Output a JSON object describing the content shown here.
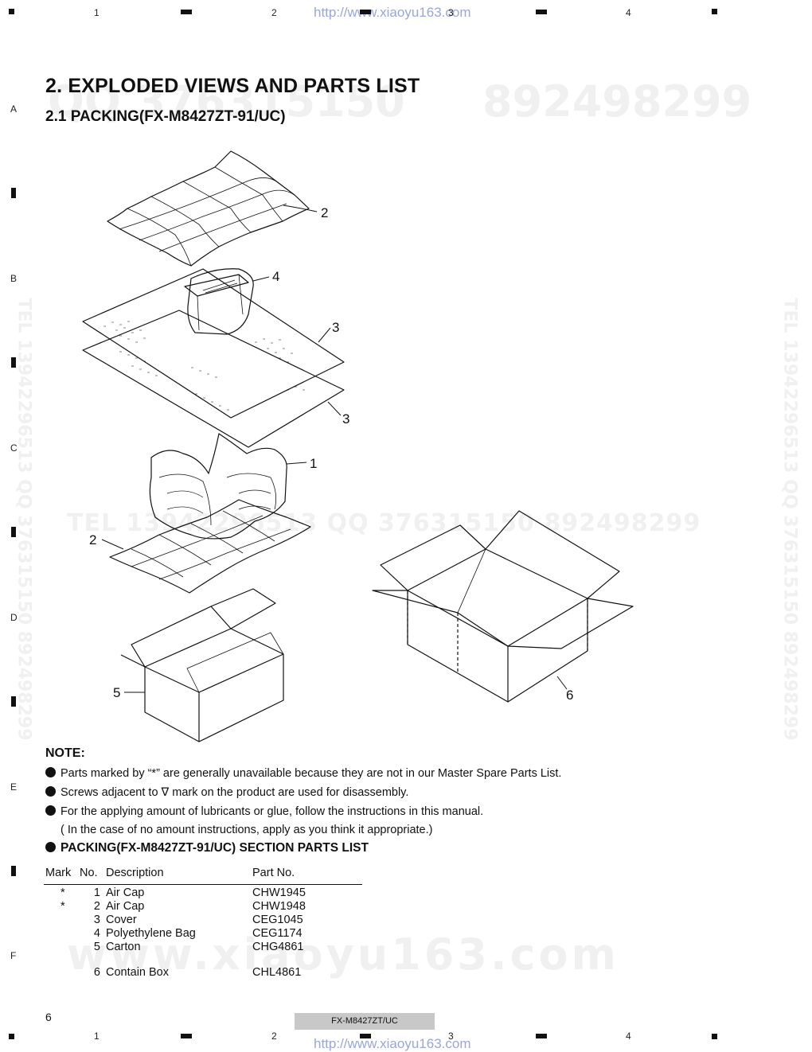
{
  "top_url": "http://www.xiaoyu163.com",
  "bottom_url": "http://www.xiaoyu163.com",
  "column_markers": [
    "1",
    "2",
    "3",
    "4"
  ],
  "row_markers": [
    "A",
    "B",
    "C",
    "D",
    "E",
    "F"
  ],
  "watermarks": {
    "top_right": "892498299",
    "middle": "TEL 13942296513   QQ 376315150 892498299",
    "vertical": "TEL 13942296513 QQ 376315150 892498299",
    "bottom": "www.xiaoyu163.com"
  },
  "title": "2. EXPLODED VIEWS AND PARTS LIST",
  "subtitle": "2.1 PACKING(FX-M8427ZT-91/UC)",
  "callouts": [
    "2",
    "4",
    "3",
    "3",
    "1",
    "2",
    "5",
    "6"
  ],
  "note": {
    "title": "NOTE:",
    "lines": [
      "Parts marked by “*” are generally unavailable because they are not in our Master Spare Parts List.",
      "Screws adjacent to ∇ mark on the product are used for disassembly.",
      "For the applying amount of lubricants or glue, follow the instructions in this manual.",
      "( In the case of no amount instructions, apply as you think it appropriate.)"
    ]
  },
  "section_title": "PACKING(FX-M8427ZT-91/UC) SECTION PARTS LIST",
  "table": {
    "headers": [
      "Mark",
      "No.",
      "Description",
      "Part No."
    ],
    "rows": [
      {
        "mark": "*",
        "no": "1",
        "desc": "Air Cap",
        "part": "CHW1945"
      },
      {
        "mark": "*",
        "no": "2",
        "desc": "Air Cap",
        "part": "CHW1948"
      },
      {
        "mark": "",
        "no": "3",
        "desc": "Cover",
        "part": "CEG1045"
      },
      {
        "mark": "",
        "no": "4",
        "desc": "Polyethylene Bag",
        "part": "CEG1174"
      },
      {
        "mark": "",
        "no": "5",
        "desc": "Carton",
        "part": "CHG4861"
      },
      {
        "mark": "",
        "no": "6",
        "desc": "Contain Box",
        "part": "CHL4861"
      }
    ]
  },
  "page_number": "6",
  "model": "FX-M8427ZT/UC"
}
